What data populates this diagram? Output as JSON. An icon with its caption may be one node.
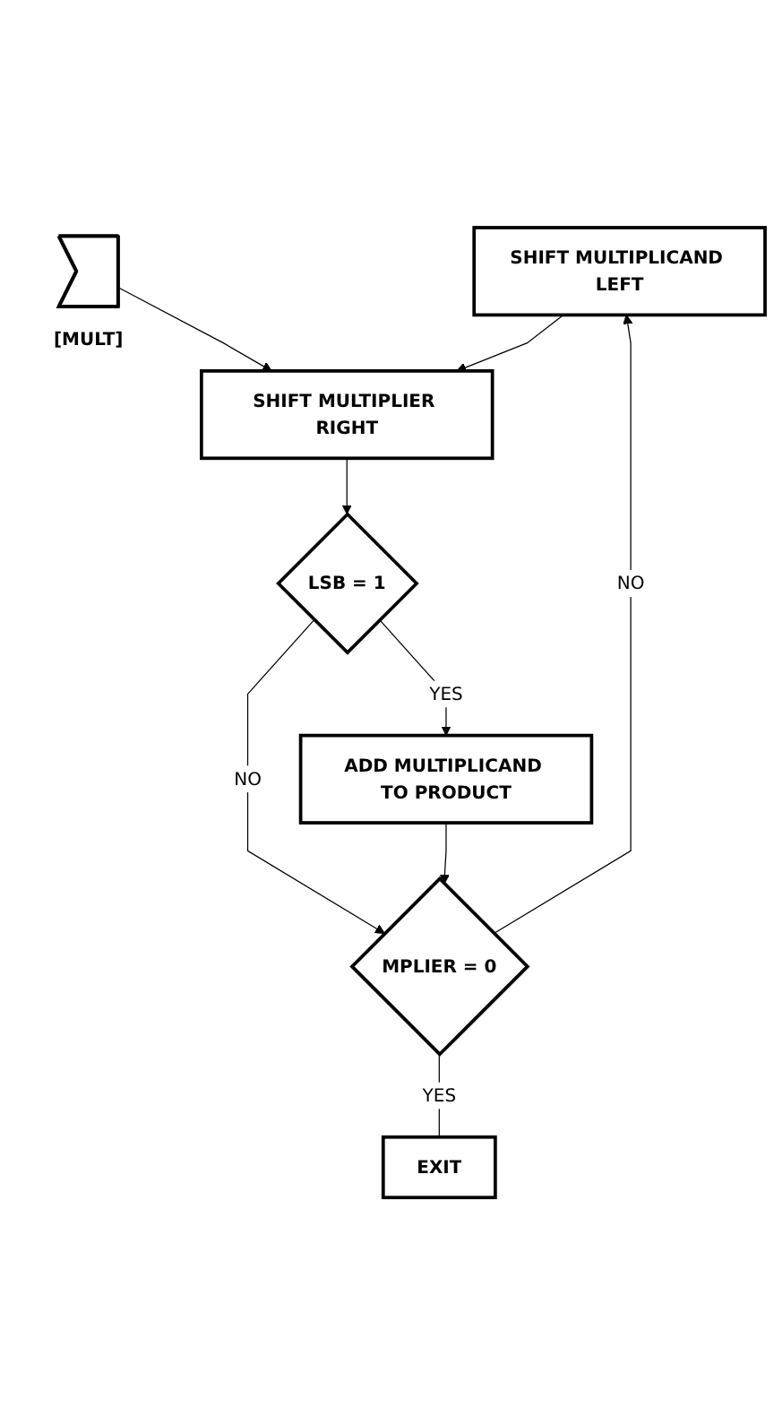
{
  "diagram": {
    "nodes": [
      {
        "text": [
          "SHIFT MULTIPLICAND LEFT"
        ]
      },
      {
        "text": [],
        "shape": "pentagon",
        "beside": [
          "[MULT]"
        ]
      },
      {
        "text": [
          "SHIFT MULTIPLIER RIGHT"
        ]
      },
      {
        "text": [
          "LSB = 1"
        ]
      },
      {
        "text": [
          "ADD MULTIPLICAND TO PRODUCT"
        ]
      },
      {
        "text": [
          "MPLIER = 0"
        ]
      },
      {
        "text": [
          "EXIT"
        ]
      }
    ],
    "edges": [
      {
        "from": 1,
        "to": 2,
        "arrow": "to"
      },
      {
        "from": 0,
        "to": 2,
        "arrow": "to"
      },
      {
        "from": 2,
        "to": 3,
        "arrow": "to"
      },
      {
        "from": 3,
        "to": 4,
        "label": "YES",
        "arrow": "to"
      },
      {
        "from": 3,
        "to": 5,
        "label": "NO",
        "arrow": "to"
      },
      {
        "from": 4,
        "to": 5,
        "arrow": "to"
      },
      {
        "from": 5,
        "to": 0,
        "label": "NO",
        "arrow": "to"
      },
      {
        "from": 5,
        "to": 6,
        "label": "YES",
        "arrow": "none"
      }
    ]
  }
}
